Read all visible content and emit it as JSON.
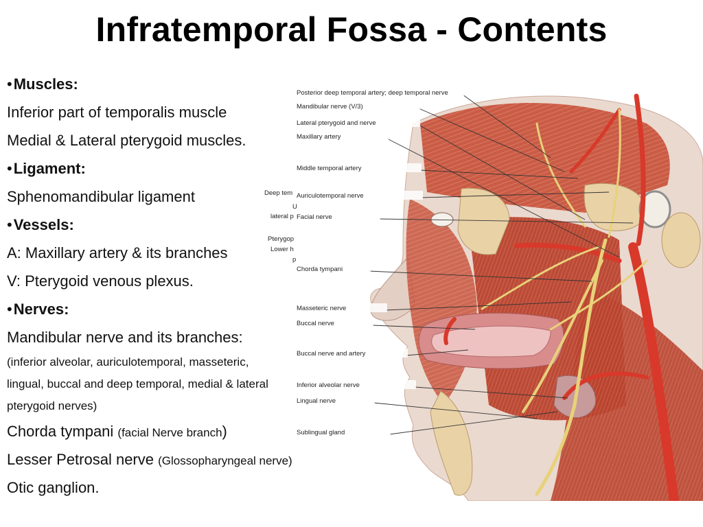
{
  "slide": {
    "title": "Infratemporal Fossa - Contents",
    "bullet_glyph": "•",
    "lines": [
      {
        "kind": "heading",
        "text": "Muscles:"
      },
      {
        "kind": "large",
        "text": "Inferior part of temporalis muscle"
      },
      {
        "kind": "large",
        "text": "Medial & Lateral pterygoid muscles."
      },
      {
        "kind": "heading",
        "text": "Ligament:"
      },
      {
        "kind": "large",
        "text": "Sphenomandibular ligament"
      },
      {
        "kind": "heading",
        "text": "Vessels:"
      },
      {
        "kind": "large",
        "text": "A: Maxillary artery & its branches"
      },
      {
        "kind": "large",
        "text": "V: Pterygoid venous plexus."
      },
      {
        "kind": "heading",
        "text": "Nerves:"
      },
      {
        "kind": "large",
        "text": "Mandibular nerve and its branches:"
      },
      {
        "kind": "small",
        "text": "(inferior alveolar, auriculotemporal, masseteric,"
      },
      {
        "kind": "small",
        "text": "lingual, buccal and deep temporal, medial & lateral"
      },
      {
        "kind": "small",
        "text": "pterygoid nerves)"
      },
      {
        "kind": "large",
        "text": "Chorda tympani ",
        "note": "(facial Nerve branch",
        "tail": ")"
      },
      {
        "kind": "large",
        "text": "Lesser Petrosal nerve ",
        "note": "(Glossopharyngeal nerve)",
        "tail": ""
      },
      {
        "kind": "large",
        "text": "Otic ganglion."
      }
    ]
  },
  "figure": {
    "labels": [
      "Posterior deep temporal artery; deep temporal nerve",
      "Mandibular nerve (V/3)",
      "Lateral pterygoid and nerve",
      "Maxillary artery",
      "Middle temporal artery",
      "Auriculotemporal nerve",
      "Facial nerve",
      "Chorda tympani",
      "Masseteric nerve",
      "Buccal nerve",
      "Buccal nerve and artery",
      "Inferior alveolar nerve",
      "Lingual nerve",
      "Sublingual gland"
    ],
    "clipped_labels": [
      "Deep tem",
      "U",
      "lateral p",
      "Pterygop",
      "Lower h",
      "p"
    ]
  },
  "colors": {
    "muscle": "#c8553f",
    "muscle_dark": "#9c3424",
    "artery": "#d8392a",
    "nerve": "#e7d27a",
    "bone": "#e9d2a6",
    "skin": "#ead9cf",
    "lip": "#d98c8c"
  }
}
